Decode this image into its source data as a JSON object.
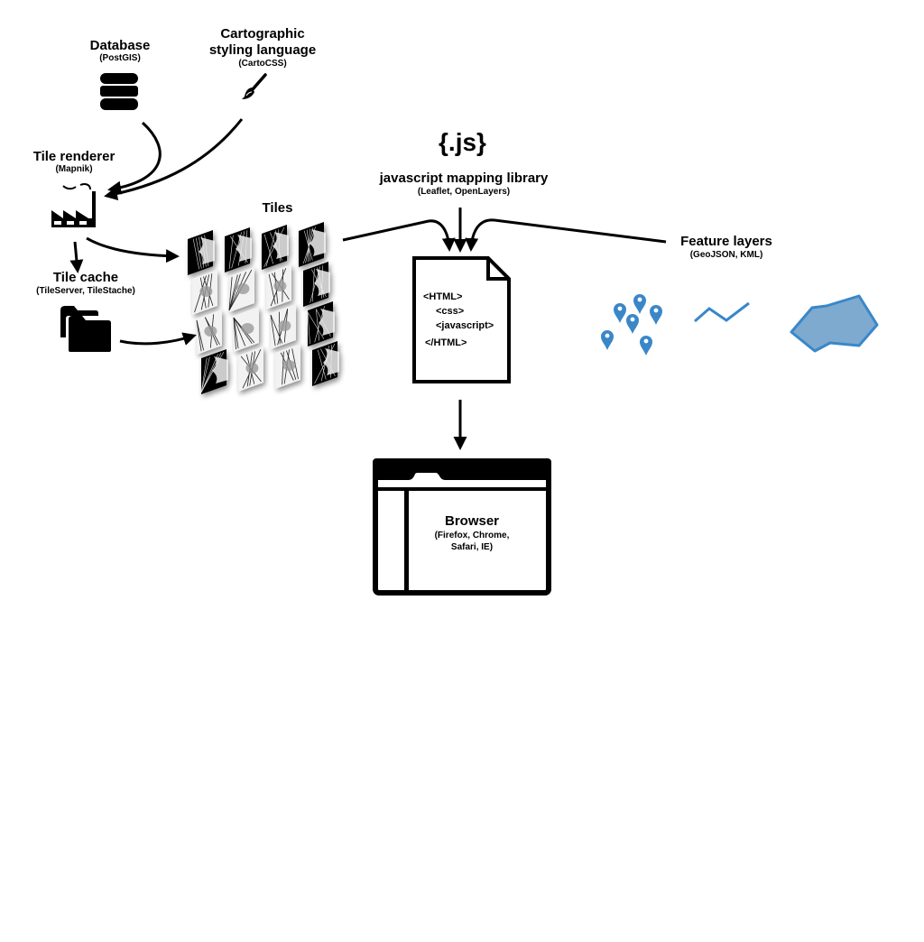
{
  "nodes": {
    "database": {
      "title": "Database",
      "subtitle": "(PostGIS)",
      "icon": "database-icon"
    },
    "styling": {
      "title_line1": "Cartographic",
      "title_line2": "styling language",
      "subtitle": "(CartoCSS)",
      "icon": "paintbrush-icon"
    },
    "renderer": {
      "title": "Tile renderer",
      "subtitle": "(Mapnik)",
      "icon": "factory-icon"
    },
    "cache": {
      "title": "Tile cache",
      "subtitle": "(TileServer, TileStache)",
      "icon": "folders-icon"
    },
    "tiles": {
      "title": "Tiles",
      "icon": "map-tiles-icon"
    },
    "jslib": {
      "logo": "{.js}",
      "title": "javascript mapping library",
      "subtitle": "(Leaflet, OpenLayers)"
    },
    "html_doc": {
      "lines": [
        "<HTML>",
        "<css>",
        "<javascript>",
        "</HTML>"
      ],
      "icon": "document-icon"
    },
    "features": {
      "title": "Feature layers",
      "subtitle": "(GeoJSON, KML)",
      "icons": [
        "map-marker-icon",
        "polyline-icon",
        "polygon-icon"
      ]
    },
    "browser": {
      "title": "Browser",
      "subtitle_line1": "(Firefox, Chrome,",
      "subtitle_line2": "Safari, IE)",
      "icon": "browser-window-icon"
    }
  },
  "colors": {
    "ink": "#000000",
    "feature_blue": "#3a87c8",
    "polygon_fill": "#7eaad0",
    "tile_gray": "#9a9a9a"
  }
}
